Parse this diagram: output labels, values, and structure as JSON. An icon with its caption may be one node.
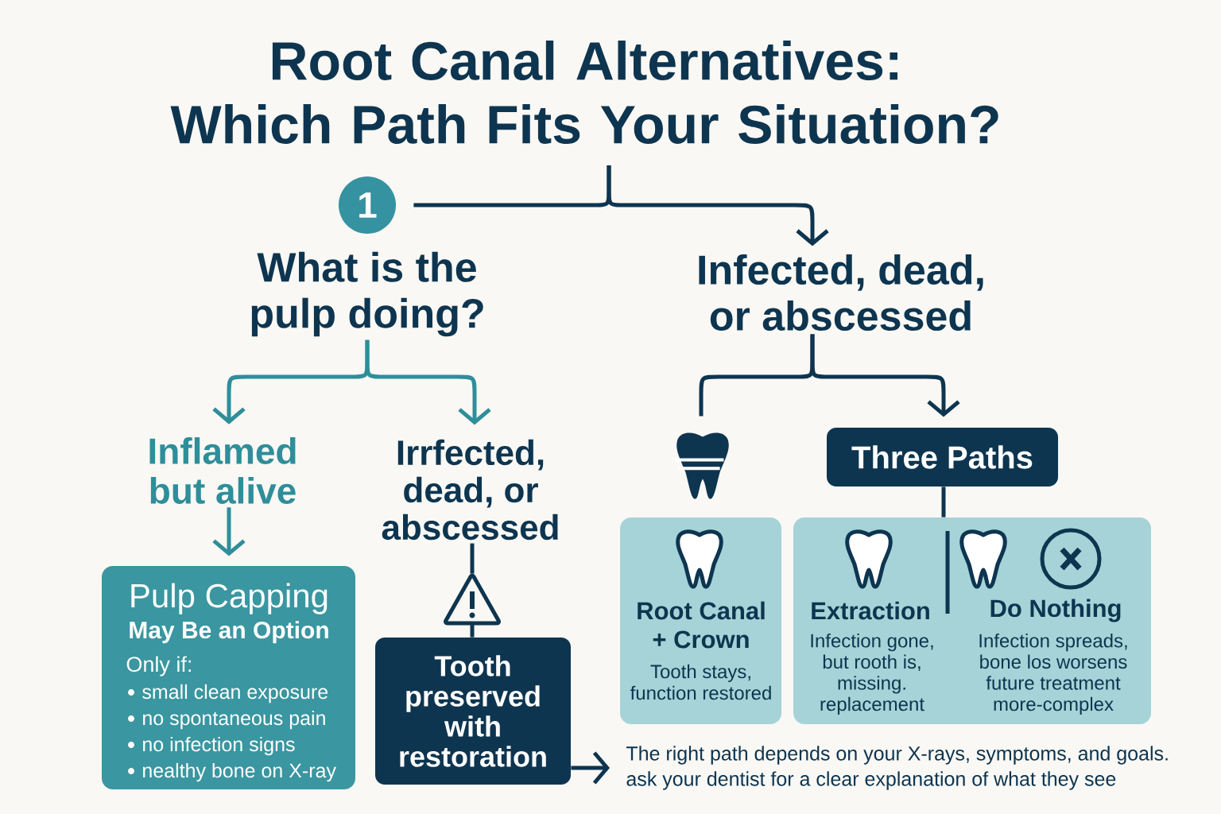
{
  "diagram": {
    "title": "Root Canal Alternatives: Which Path Fits Your Situation?",
    "nodes": [
      {
        "text": [
          "1"
        ]
      },
      {
        "text": [
          "What is the pulp doing?"
        ]
      },
      {
        "text": [
          "Infected, dead, or abscessed"
        ]
      },
      {
        "text": [
          "Inflamed but alive"
        ]
      },
      {
        "text": [
          "Irrfected, dead, or abscessed"
        ]
      },
      {
        "text": [
          "Pulp Capping",
          "May Be an Option",
          "Only if:",
          "small clean exposure",
          "no spontaneous pain",
          "no infection signs",
          "nealthy bone on X-ray"
        ]
      },
      {
        "text": [],
        "shape": "triangle"
      },
      {
        "text": [
          "Tooth preserved with restoration"
        ]
      },
      {
        "text": [
          "The right path depends on your X-rays, symptoms, and goals. ask your dentist for a clear explanation of what they see"
        ]
      },
      {
        "text": [],
        "shape": "picture"
      },
      {
        "text": [
          "Three Paths"
        ]
      },
      {
        "text": [
          "Root Canal + Crown",
          "Tooth stays, function restored"
        ]
      },
      {
        "text": [
          "Extraction",
          "Infection gone, but rooth is, missing. replacement",
          "Do Nothing",
          "Infection spreads, bone los worsens future treatment more-complex"
        ]
      }
    ],
    "edges": [
      {
        "from": null,
        "to": 0,
        "arrow": "none"
      },
      {
        "from": null,
        "to": 2,
        "arrow": "to"
      },
      {
        "from": 1,
        "to": 3,
        "arrow": "to",
        "color": "#2e8e9a"
      },
      {
        "from": 1,
        "to": 4,
        "arrow": "to",
        "color": "#2e8e9a"
      },
      {
        "from": 3,
        "to": 5,
        "arrow": "to",
        "color": "#2e8e9a"
      },
      {
        "from": 4,
        "to": 6,
        "arrow": "none"
      },
      {
        "from": 6,
        "to": 7,
        "arrow": "none"
      },
      {
        "from": 7,
        "to": 8,
        "arrow": "to"
      },
      {
        "from": 2,
        "to": 9,
        "arrow": "none"
      },
      {
        "from": 2,
        "to": 10,
        "arrow": "to"
      },
      {
        "from": 10,
        "to": 12,
        "arrow": "none"
      }
    ]
  }
}
